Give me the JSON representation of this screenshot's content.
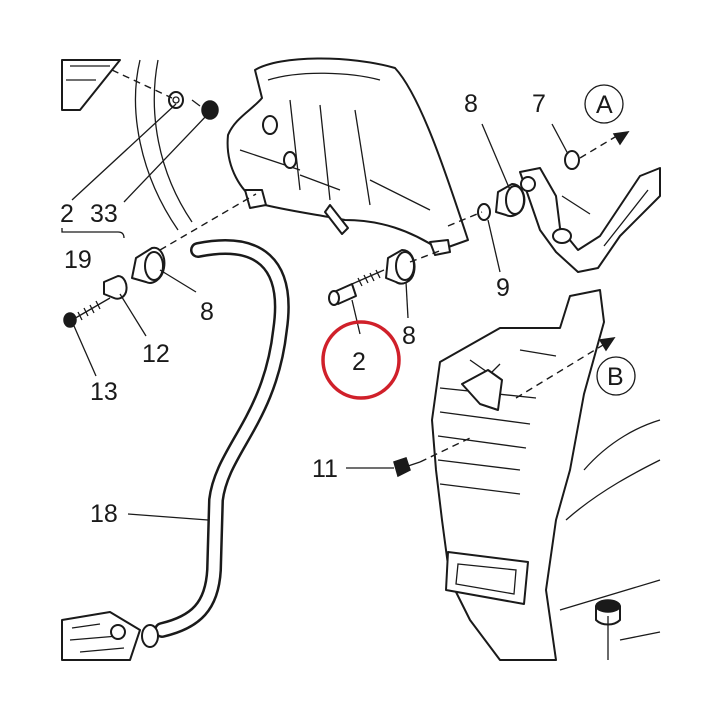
{
  "diagram": {
    "highlight_color": "#d0202a",
    "line_color": "#1a1a1a",
    "highlighted_callout": "2",
    "callouts": {
      "c2a": "2",
      "c33": "33",
      "c19": "19",
      "c8a": "8",
      "c12": "12",
      "c13": "13",
      "c18": "18",
      "c2": "2",
      "c8b": "8",
      "c8c": "8",
      "c7": "7",
      "c9": "9",
      "c11": "11",
      "cA": "A",
      "cB": "B"
    }
  }
}
